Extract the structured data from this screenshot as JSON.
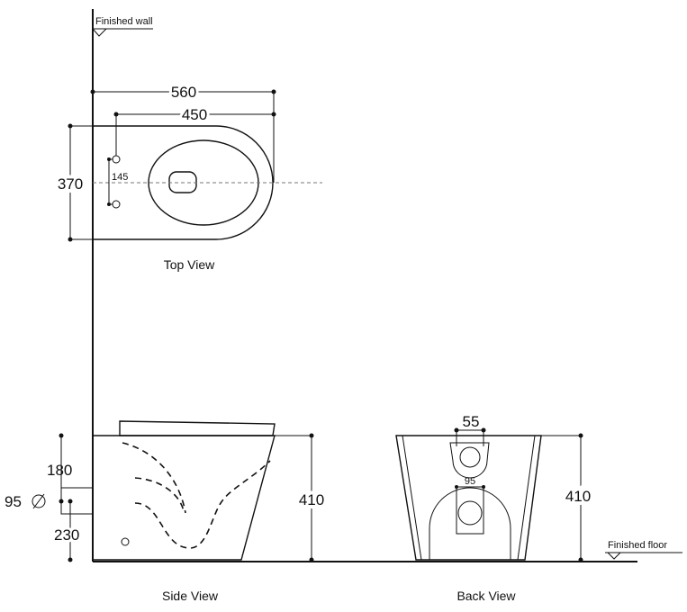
{
  "references": {
    "finished_wall": "Finished wall",
    "finished_floor": "Finished floor"
  },
  "top_view": {
    "title": "Top View",
    "dim_overall_length": "560",
    "dim_bowl_length": "450",
    "dim_width": "370",
    "dim_fixing_spacing": "145"
  },
  "side_view": {
    "title": "Side View",
    "dim_height": "410",
    "dim_inlet_height": "180",
    "dim_outlet_height": "230",
    "dim_pipe_diameter": "95"
  },
  "back_view": {
    "title": "Back View",
    "dim_height": "410",
    "dim_inlet_width": "55",
    "dim_outlet_width": "95"
  }
}
